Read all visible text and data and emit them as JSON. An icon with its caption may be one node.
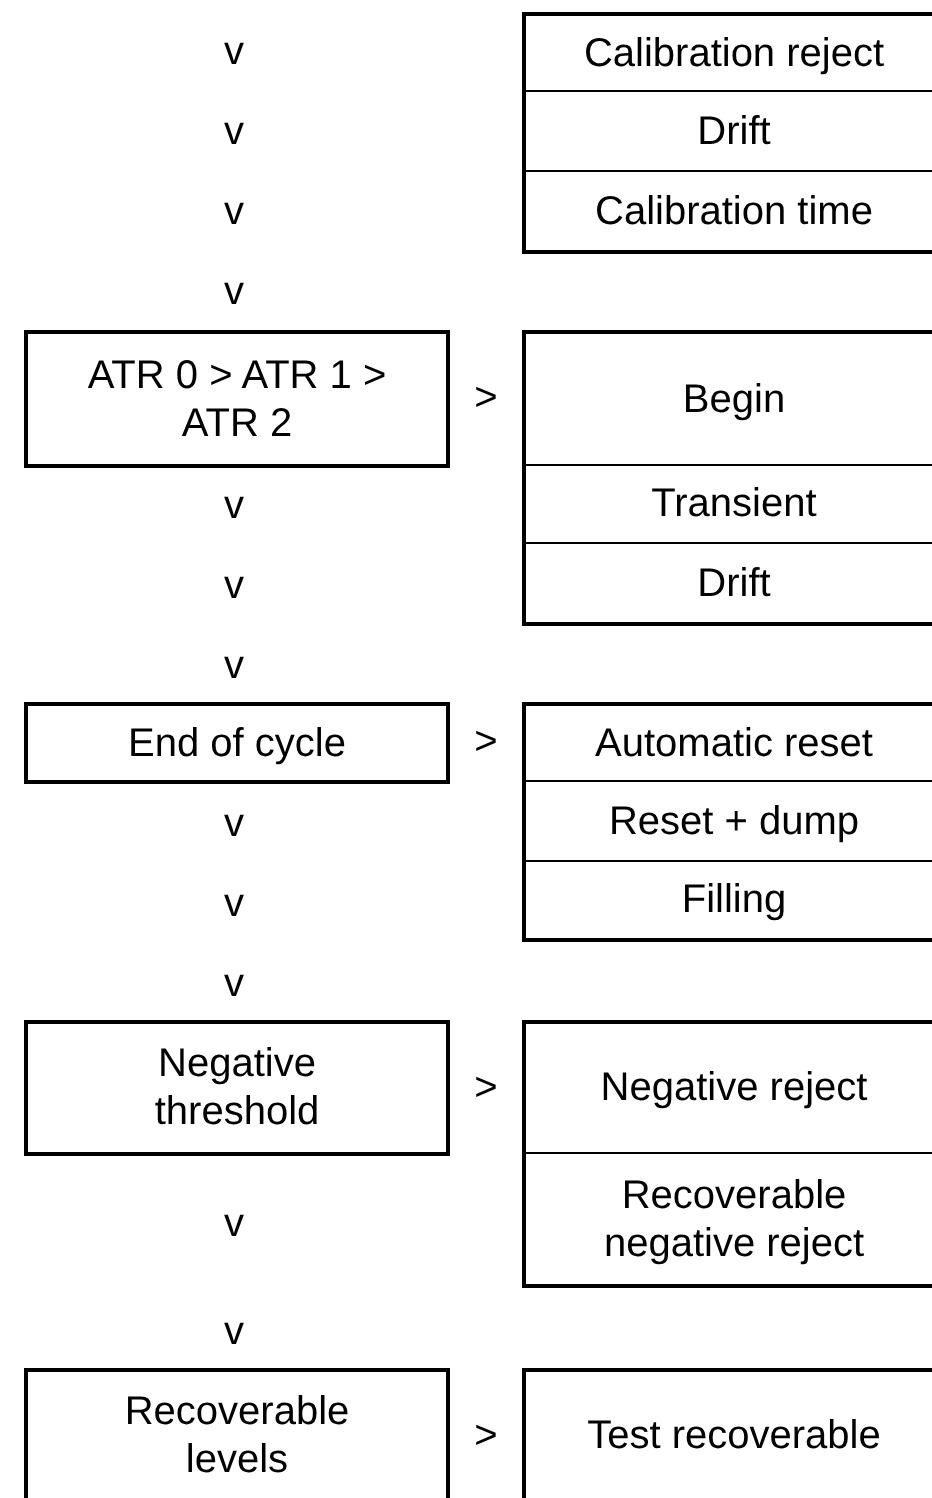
{
  "diagram": {
    "nodes": [
      {
        "text": [
          "Calibration reject"
        ]
      },
      {
        "text": [
          "Drift"
        ]
      },
      {
        "text": [
          "Calibration time"
        ]
      },
      {
        "text": [
          "ATR 0 > ATR 1 > ATR 2"
        ]
      },
      {
        "text": [
          "Begin"
        ]
      },
      {
        "text": [
          "Transient"
        ]
      },
      {
        "text": [
          "Drift"
        ]
      },
      {
        "text": [
          "End of cycle"
        ]
      },
      {
        "text": [
          "Automatic reset"
        ]
      },
      {
        "text": [
          "Reset + dump"
        ]
      },
      {
        "text": [
          "Filling"
        ]
      },
      {
        "text": [
          "Negative threshold"
        ]
      },
      {
        "text": [
          "Negative reject"
        ]
      },
      {
        "text": [
          "Recoverable negative reject"
        ]
      },
      {
        "text": [
          "Recoverable levels"
        ]
      },
      {
        "text": [
          "Test recoverable"
        ]
      }
    ],
    "labels": [
      "v",
      "v",
      "v",
      "v",
      ">",
      "v",
      "v",
      "v",
      ">",
      "v",
      "v",
      "v",
      ">",
      "v",
      "v",
      ">"
    ]
  }
}
